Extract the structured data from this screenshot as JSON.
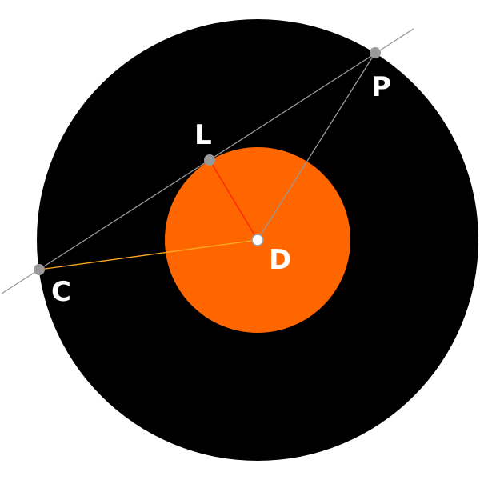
{
  "diagram": {
    "points": {
      "P": "P",
      "L": "L",
      "C": "C",
      "D": "D"
    },
    "colors": {
      "outer_circle": "#000000",
      "inner_circle": "#ff6600",
      "tangent_line": "#999999",
      "segment_DL": "#ff2200",
      "segment_DP": "#999999",
      "segment_DC": "#ffaa22",
      "point_fill": "#999999",
      "center_fill": "#ffffff"
    }
  }
}
